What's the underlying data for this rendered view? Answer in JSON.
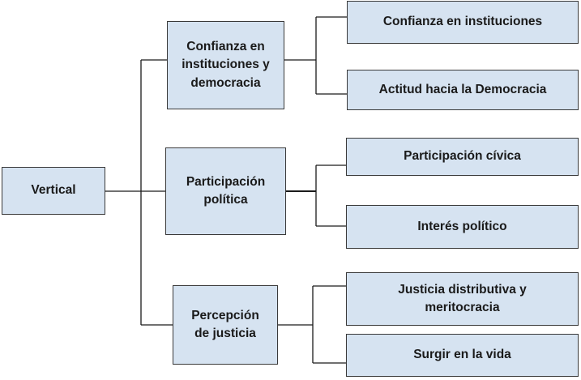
{
  "diagram": {
    "root": {
      "label": "Vertical"
    },
    "groups": [
      {
        "label": "Confianza en\ninstituciones y\ndemocracia",
        "children": [
          {
            "label": "Confianza en instituciones"
          },
          {
            "label": "Actitud hacia la Democracia"
          }
        ]
      },
      {
        "label": "Participación\npolítica",
        "children": [
          {
            "label": "Participación  cívica"
          },
          {
            "label": "Interés político"
          }
        ]
      },
      {
        "label": "Percepción\nde justicia",
        "children": [
          {
            "label": "Justicia distributiva y\nmeritocracia"
          },
          {
            "label": "Surgir en la vida"
          }
        ]
      }
    ],
    "colors": {
      "node_fill": "#d6e3f1",
      "node_border": "#3a3a3a",
      "connector": "#1a1a1a",
      "text": "#1a1a1a"
    }
  }
}
